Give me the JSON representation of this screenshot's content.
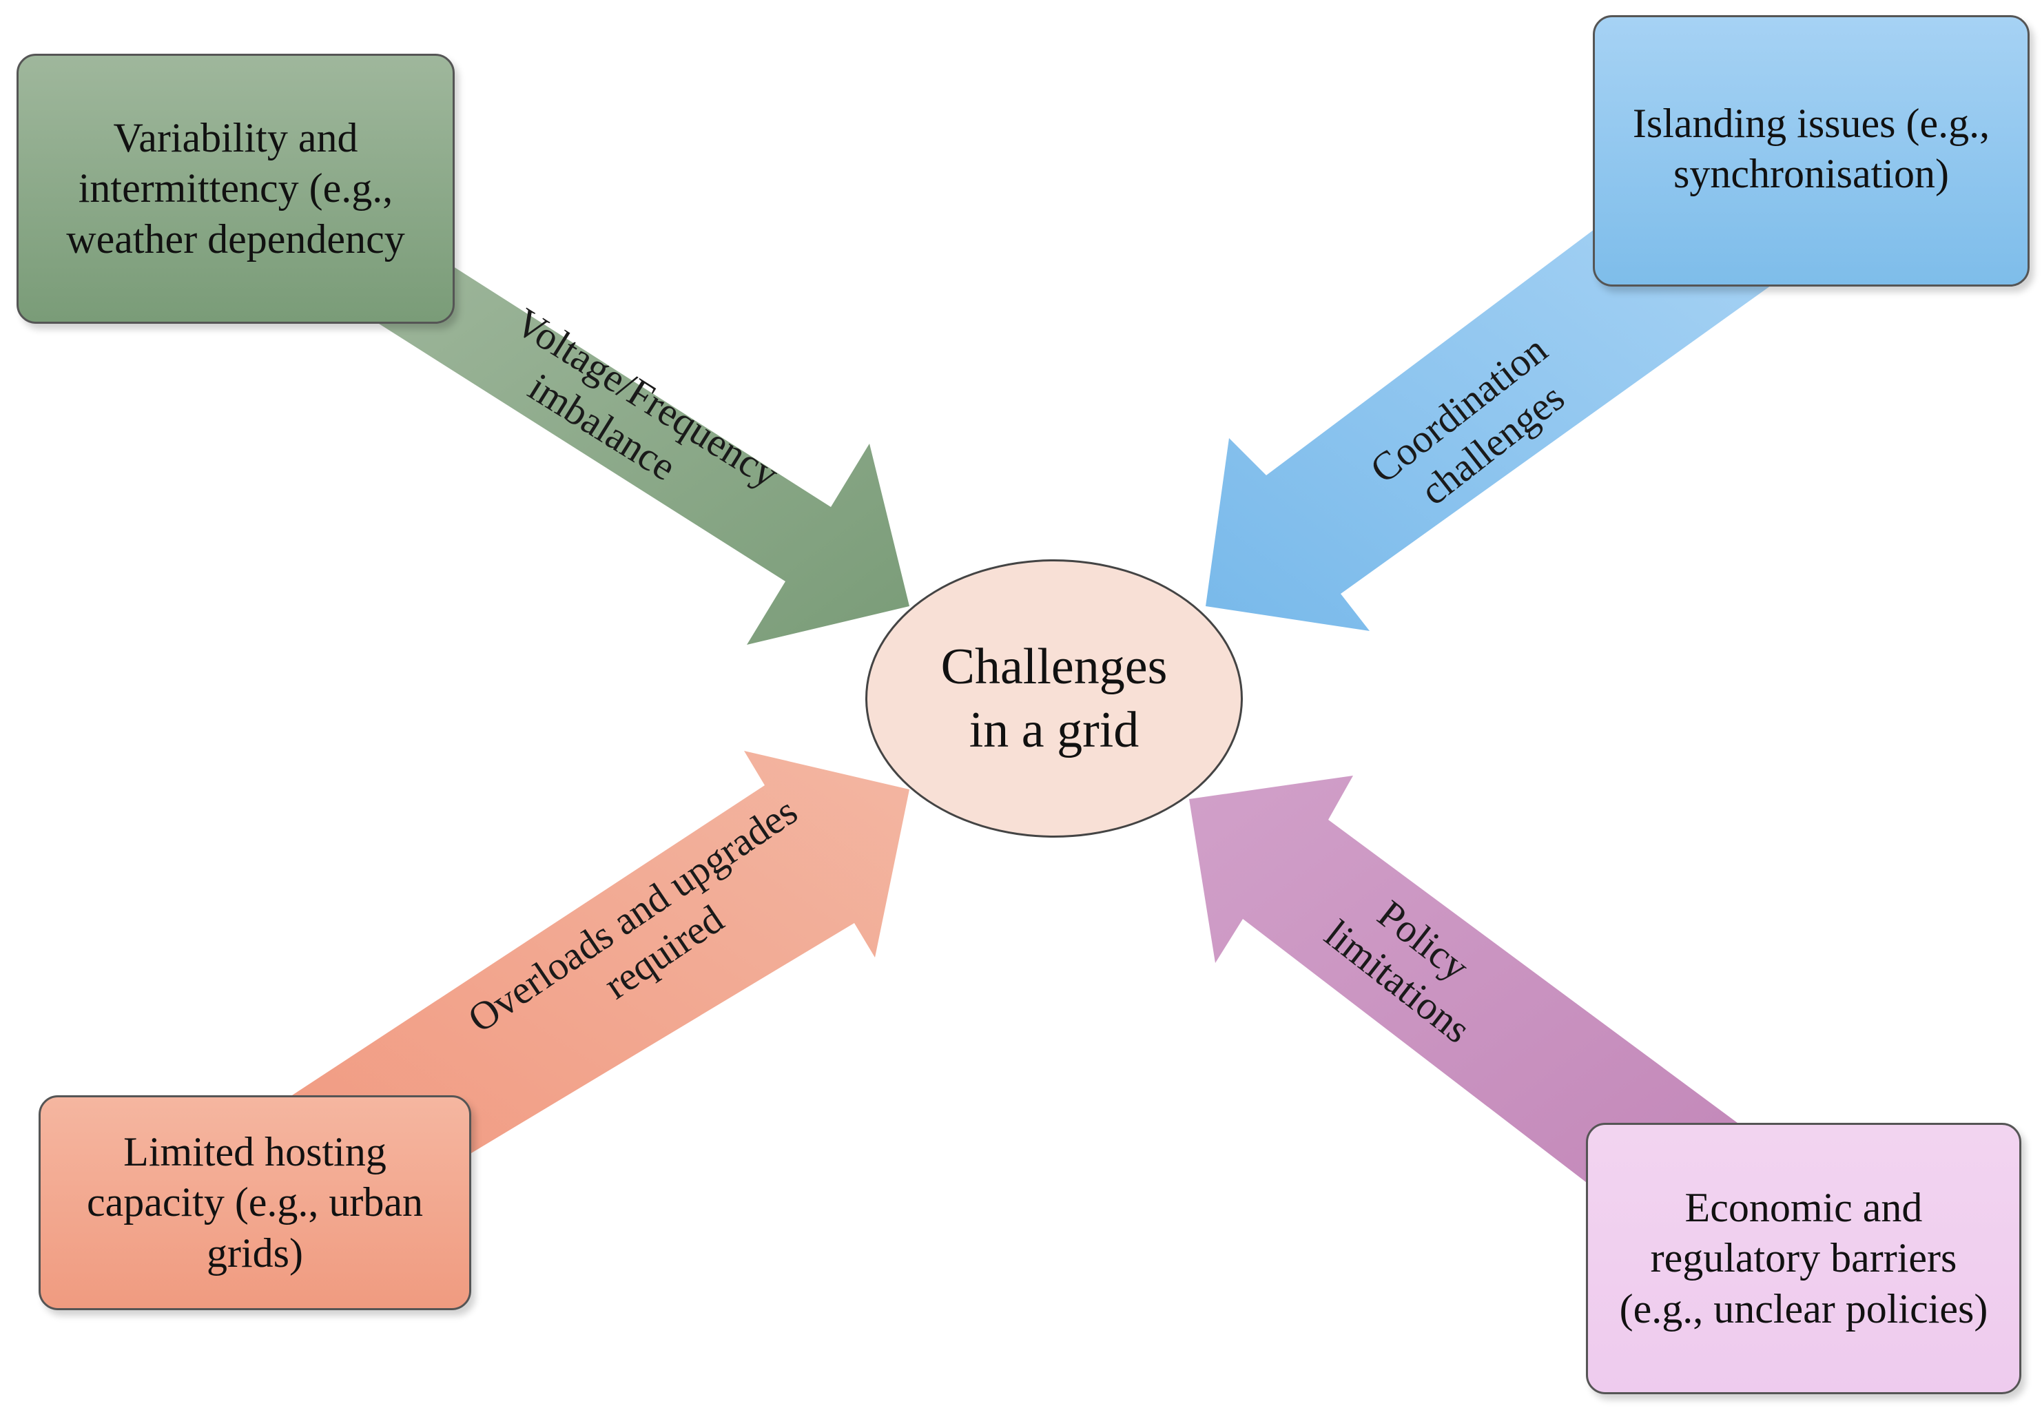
{
  "center": {
    "line1": "Challenges",
    "line2": "in a grid"
  },
  "factors": {
    "variability": {
      "lines": [
        "Variability and",
        "intermittency (e.g.,",
        "weather dependency"
      ],
      "arrow_lines": [
        "Voltage/Frequency",
        "imbalance"
      ],
      "color": "#7a9c78"
    },
    "islanding": {
      "lines": [
        "Islanding issues (e.g.,",
        "synchronisation)"
      ],
      "arrow_lines": [
        "Coordination",
        "challenges"
      ],
      "color": "#7ebdea"
    },
    "limited": {
      "lines": [
        "Limited hosting",
        "capacity (e.g., urban",
        "grids)"
      ],
      "arrow_lines": [
        "Overloads and upgrades",
        "required"
      ],
      "color": "#f09b80"
    },
    "economic": {
      "lines": [
        "Economic and",
        "regulatory barriers",
        "(e.g., unclear policies)"
      ],
      "arrow_lines": [
        "Policy",
        "limitations"
      ],
      "color": "#c98fbd"
    }
  }
}
